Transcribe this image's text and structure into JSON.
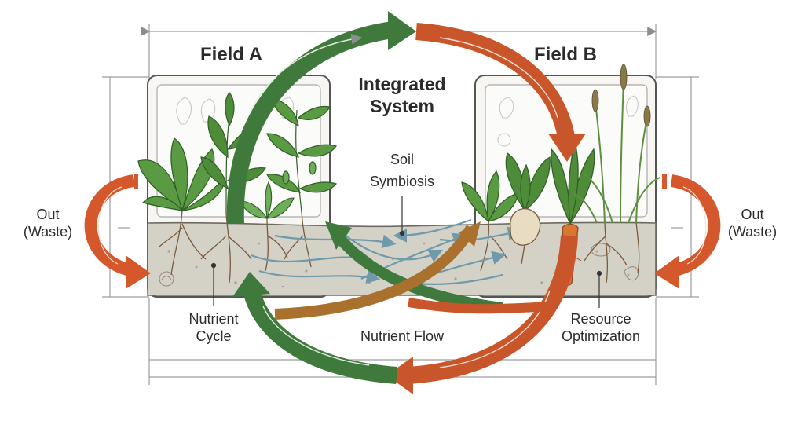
{
  "labels": {
    "field_a": "Field A",
    "field_b": "Field B",
    "integrated_line1": "Integrated",
    "integrated_line2": "System",
    "soil_line1": "Soil",
    "soil_line2": "Symbiosis",
    "out_left_line1": "Out",
    "out_left_line2": "(Waste)",
    "out_right_line1": "Out",
    "out_right_line2": "(Waste)",
    "nutrient_cycle_line1": "Nutrient",
    "nutrient_cycle_line2": "Cycle",
    "nutrient_flow": "Nutrient Flow",
    "resource_line1": "Resource",
    "resource_line2": "Optimization"
  },
  "colors": {
    "green_flow": "#3f7a3c",
    "orange_flow": "#c9562a",
    "soil": "#d4d1c7",
    "soil_flow": "#6e9aab",
    "leaf": "#4f8c3a",
    "root": "#7a5a3c",
    "frame": "#9a9a9a"
  }
}
